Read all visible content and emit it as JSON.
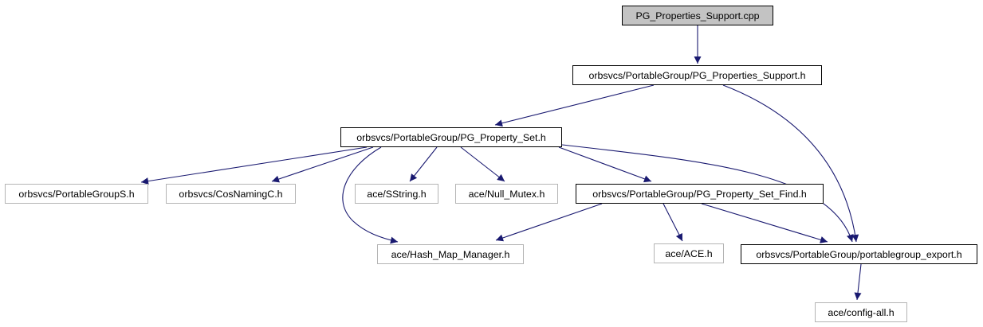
{
  "graph": {
    "type": "include-dependency-graph",
    "colors": {
      "edge": "#191970",
      "main_node_fill": "#c3c3c3",
      "main_node_border": "#000000",
      "internal_node_border": "#000000",
      "leaf_node_border": "#b4b4b4",
      "background": "#ffffff",
      "text": "#000000"
    },
    "nodes": [
      {
        "id": "pg-properties-support-cpp",
        "label": "PG_Properties_Support.cpp",
        "type": "main"
      },
      {
        "id": "pg-properties-support-h",
        "label": "orbsvcs/PortableGroup/PG_Properties_Support.h",
        "type": "internal"
      },
      {
        "id": "pg-property-set-h",
        "label": "orbsvcs/PortableGroup/PG_Property_Set.h",
        "type": "internal"
      },
      {
        "id": "portablegroups-h",
        "label": "orbsvcs/PortableGroupS.h",
        "type": "leaf"
      },
      {
        "id": "cosnamingc-h",
        "label": "orbsvcs/CosNamingC.h",
        "type": "leaf"
      },
      {
        "id": "sstring-h",
        "label": "ace/SString.h",
        "type": "leaf"
      },
      {
        "id": "null-mutex-h",
        "label": "ace/Null_Mutex.h",
        "type": "leaf"
      },
      {
        "id": "pg-property-set-find-h",
        "label": "orbsvcs/PortableGroup/PG_Property_Set_Find.h",
        "type": "internal"
      },
      {
        "id": "hash-map-manager-h",
        "label": "ace/Hash_Map_Manager.h",
        "type": "leaf"
      },
      {
        "id": "ace-h",
        "label": "ace/ACE.h",
        "type": "leaf"
      },
      {
        "id": "portablegroup-export-h",
        "label": "orbsvcs/PortableGroup/portablegroup_export.h",
        "type": "internal"
      },
      {
        "id": "config-all-h",
        "label": "ace/config-all.h",
        "type": "leaf"
      }
    ],
    "edges": [
      {
        "from": "pg-properties-support-cpp",
        "to": "pg-properties-support-h"
      },
      {
        "from": "pg-properties-support-h",
        "to": "pg-property-set-h"
      },
      {
        "from": "pg-properties-support-h",
        "to": "portablegroup-export-h"
      },
      {
        "from": "pg-property-set-h",
        "to": "portablegroups-h"
      },
      {
        "from": "pg-property-set-h",
        "to": "cosnamingc-h"
      },
      {
        "from": "pg-property-set-h",
        "to": "sstring-h"
      },
      {
        "from": "pg-property-set-h",
        "to": "null-mutex-h"
      },
      {
        "from": "pg-property-set-h",
        "to": "pg-property-set-find-h"
      },
      {
        "from": "pg-property-set-h",
        "to": "hash-map-manager-h"
      },
      {
        "from": "pg-property-set-h",
        "to": "portablegroup-export-h"
      },
      {
        "from": "pg-property-set-find-h",
        "to": "hash-map-manager-h"
      },
      {
        "from": "pg-property-set-find-h",
        "to": "ace-h"
      },
      {
        "from": "pg-property-set-find-h",
        "to": "portablegroup-export-h"
      },
      {
        "from": "portablegroup-export-h",
        "to": "config-all-h"
      }
    ]
  }
}
